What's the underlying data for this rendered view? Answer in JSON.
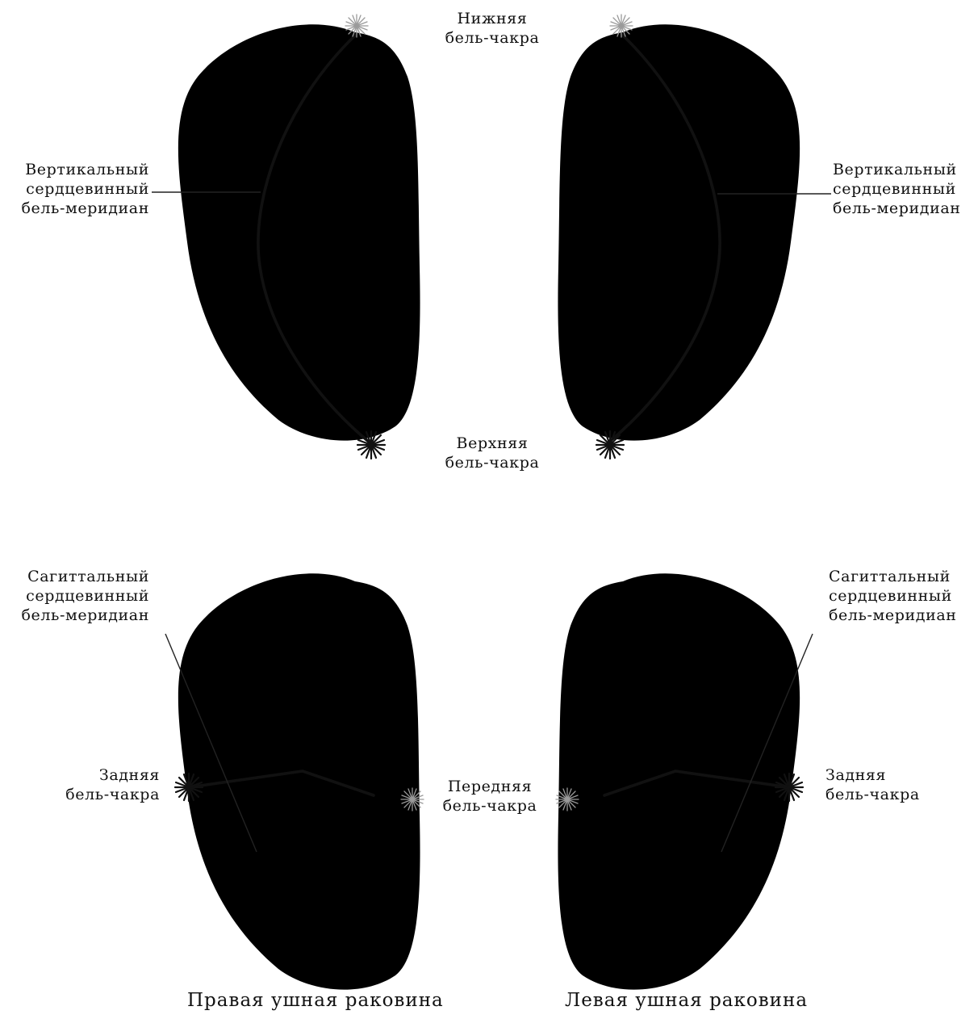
{
  "labels": {
    "lower_chakra": [
      "Нижняя",
      "бель-чакра"
    ],
    "upper_chakra": [
      "Верхняя",
      "бель-чакра"
    ],
    "vertical_meridian": [
      "Вертикальный",
      "сердцевинный",
      "бель-меридиан"
    ],
    "sagittal_meridian": [
      "Сагиттальный",
      "сердцевинный",
      "бель-меридиан"
    ],
    "posterior_chakra": [
      "Задняя",
      "бель-чакра"
    ],
    "anterior_chakra": [
      "Передняя",
      "бель-чакра"
    ]
  },
  "captions": {
    "right_ear": "Правая ушная раковина",
    "left_ear": "Левая ушная раковина"
  },
  "colors": {
    "line": "#111111",
    "faded_chakra": "#9a9a9a"
  }
}
